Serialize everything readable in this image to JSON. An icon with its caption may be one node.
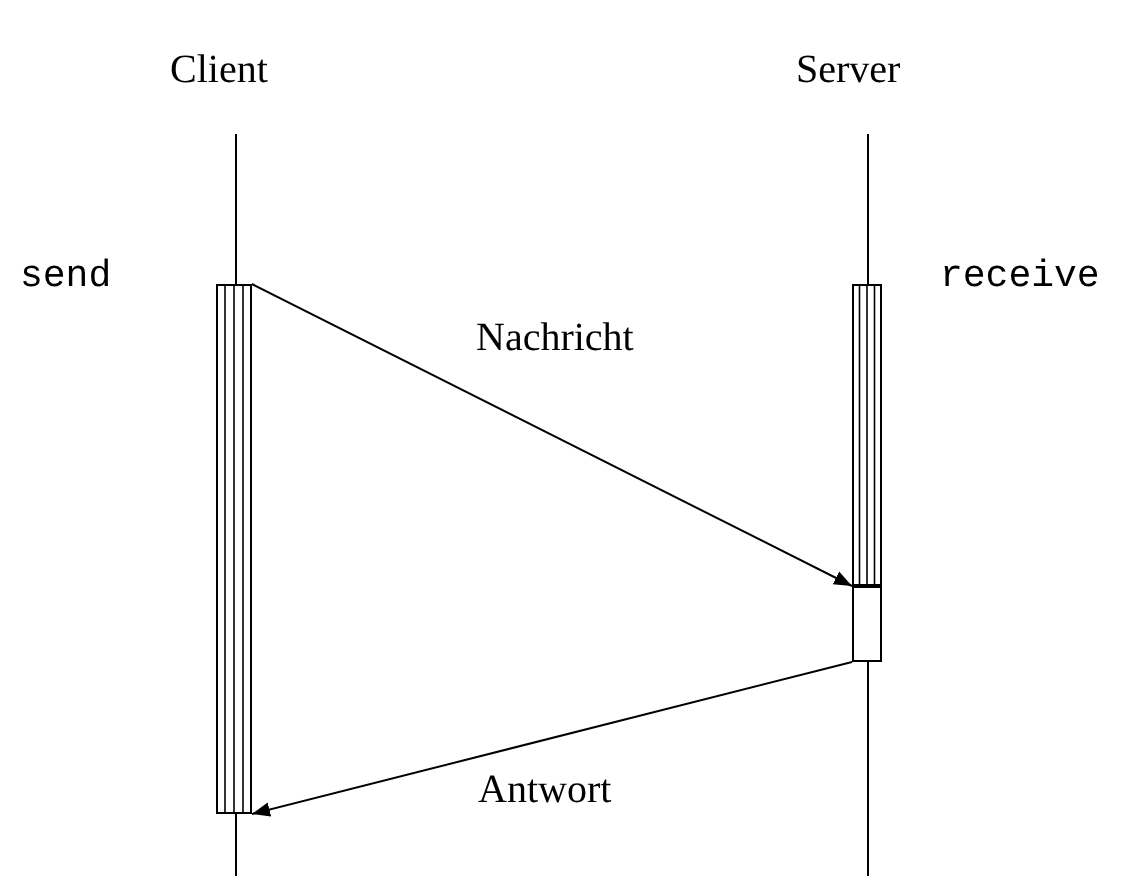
{
  "diagram": {
    "nodes": [
      {
        "text": [
          "Client"
        ]
      },
      {
        "text": [
          "Server"
        ]
      },
      {
        "text": [],
        "shape": "bar",
        "beside": [
          "send"
        ]
      },
      {
        "text": [],
        "shape": "bar",
        "beside": [
          "receive"
        ]
      },
      {
        "text": [],
        "shape": "box"
      }
    ],
    "edges": [
      {
        "from": 2,
        "to": 3,
        "arrow": "to",
        "label": "Nachricht"
      },
      {
        "from": 4,
        "to": 2,
        "arrow": "to",
        "label": "Antwort"
      }
    ]
  }
}
